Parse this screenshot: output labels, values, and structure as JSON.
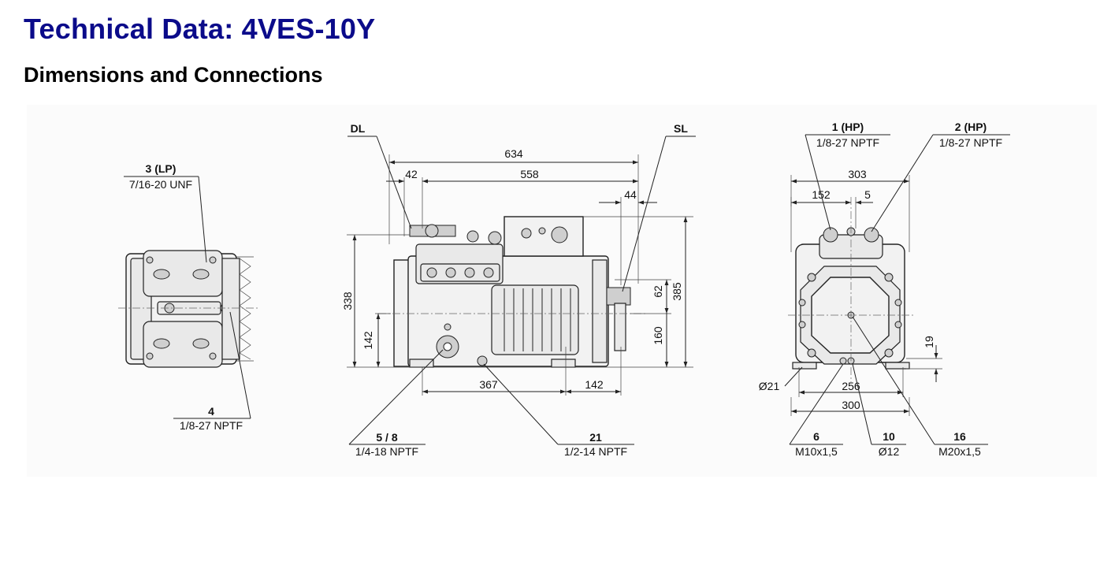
{
  "header": {
    "title": "Technical Data: 4VES-10Y",
    "subtitle": "Dimensions and Connections"
  },
  "drawing": {
    "top_view": {
      "conn_3": {
        "id": "3 (LP)",
        "spec": "7/16-20 UNF"
      },
      "conn_4": {
        "id": "4",
        "spec": "1/8-27 NPTF"
      }
    },
    "side_view": {
      "dl": "DL",
      "sl": "SL",
      "dims": {
        "d634": "634",
        "d42": "42",
        "d558": "558",
        "d44": "44",
        "d338": "338",
        "d142v": "142",
        "d62": "62",
        "d385": "385",
        "d160": "160",
        "d367": "367",
        "d142h": "142"
      },
      "conn_58": {
        "id": "5 / 8",
        "spec": "1/4-18 NPTF"
      },
      "conn_21": {
        "id": "21",
        "spec": "1/2-14 NPTF"
      }
    },
    "end_view": {
      "conn_1": {
        "id": "1 (HP)",
        "spec": "1/8-27 NPTF"
      },
      "conn_2": {
        "id": "2 (HP)",
        "spec": "1/8-27 NPTF"
      },
      "dims": {
        "d303": "303",
        "d152": "152",
        "d5": "5",
        "d19": "19",
        "d21": "Ø21",
        "d256": "256",
        "d300": "300"
      },
      "conn_6": {
        "id": "6",
        "spec": "M10x1,5"
      },
      "conn_10": {
        "id": "10",
        "spec": "Ø12"
      },
      "conn_16": {
        "id": "16",
        "spec": "M20x1,5"
      }
    }
  }
}
